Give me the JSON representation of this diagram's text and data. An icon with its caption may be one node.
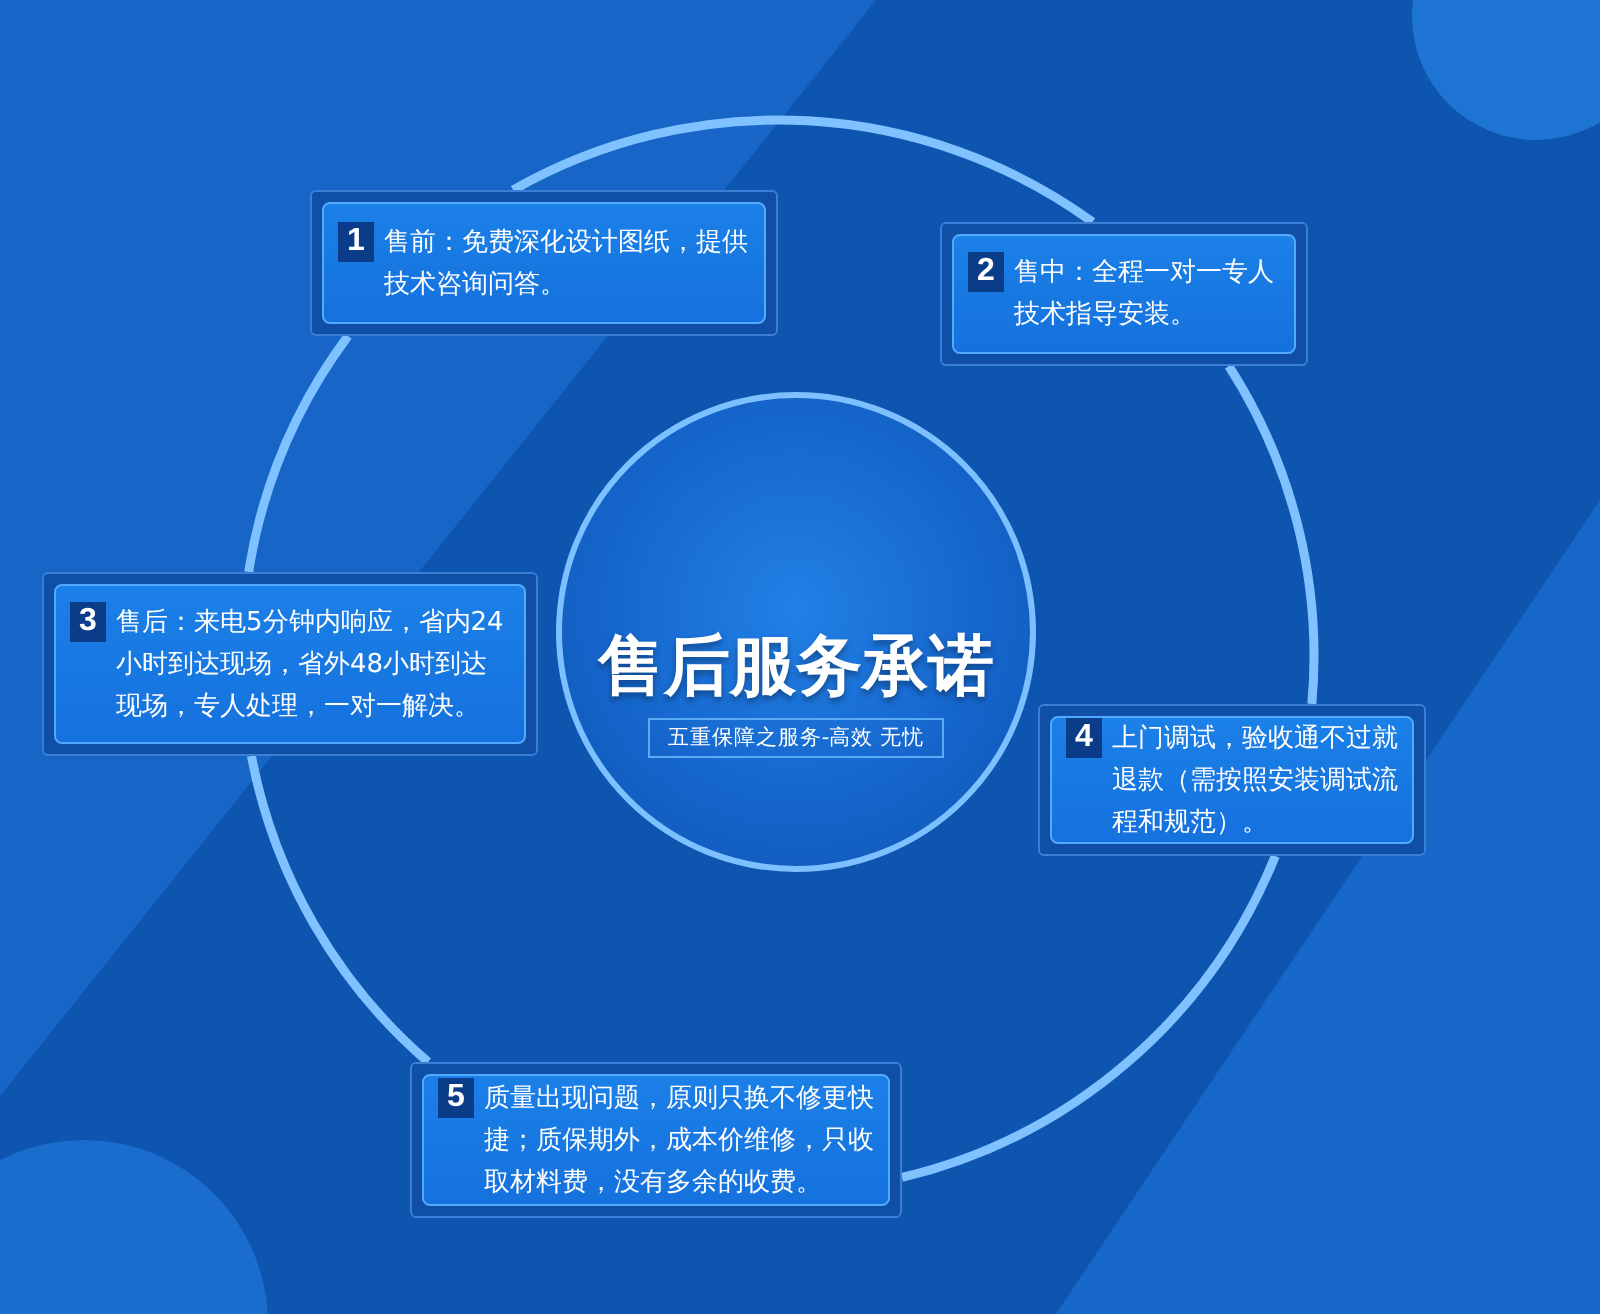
{
  "diagram": {
    "nodes": [
      {
        "text": [
          "售后服务承诺",
          "五重保障之服务-高效 无忧"
        ]
      },
      {
        "text": [
          "1",
          "售前：免费深化设计图纸，提供技术咨询问答。"
        ]
      },
      {
        "text": [
          "2",
          "售中：全程一对一专人技术指导安装。"
        ]
      },
      {
        "text": [
          "3",
          "售后：来电5分钟内响应，省内24小时到达现场，省外48小时到达现场，专人处理，一对一解决。"
        ]
      },
      {
        "text": [
          "4",
          "上门调试，验收通不过就退款（需按照安装调试流程和规范）。"
        ]
      },
      {
        "text": [
          "5",
          "质量出现问题，原则只换不修更快捷；质保期外，成本价维修，只收取材料费，没有多余的收费。"
        ]
      }
    ],
    "edges": [
      {
        "from": 1,
        "to": 2,
        "arrow": "none"
      },
      {
        "from": 2,
        "to": 4,
        "arrow": "none"
      },
      {
        "from": 4,
        "to": 5,
        "arrow": "none"
      },
      {
        "from": 5,
        "to": 3,
        "arrow": "none"
      },
      {
        "from": 3,
        "to": 1,
        "arrow": "none"
      }
    ]
  }
}
